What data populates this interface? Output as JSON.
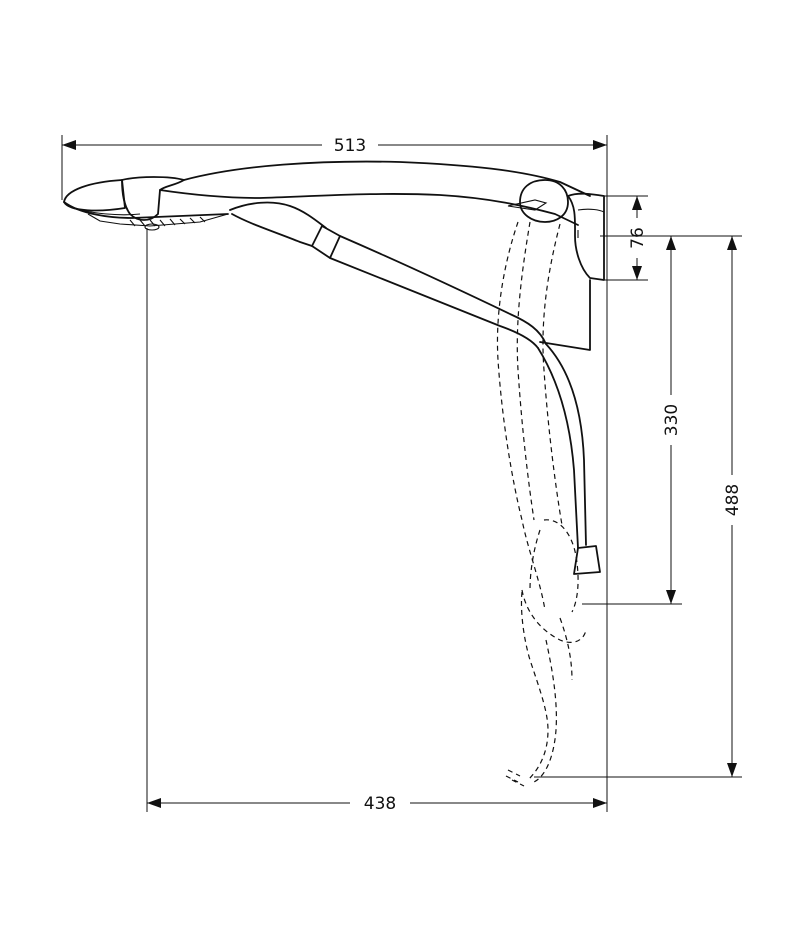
{
  "dimensions": {
    "overall_length": "513",
    "projection_length": "438",
    "mount_height": "76",
    "arm_drop": "330",
    "total_drop": "488"
  }
}
